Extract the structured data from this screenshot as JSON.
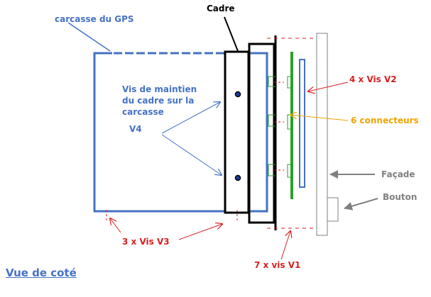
{
  "labels": {
    "gps_casing": "carcasse du GPS",
    "frame": "Cadre",
    "retaining_screws": [
      "Vis de maintien",
      "du cadre sur la",
      "carcasse"
    ],
    "v4": "V4",
    "v2": "4 x Vis V2",
    "connectors": "6 connecteurs",
    "facade": "Façade",
    "button": "Bouton",
    "v3": "3 x Vis V3",
    "v1": "7 x vis V1"
  },
  "caption": "Vue de coté",
  "colors": {
    "casing": "#4472C4",
    "frame": "#000000",
    "pcb": "#2AA02A",
    "screw_v2": "#D92020",
    "connector_arrow": "#F0A400",
    "facade": "#808080",
    "annotation_blue": "#4472C4"
  }
}
